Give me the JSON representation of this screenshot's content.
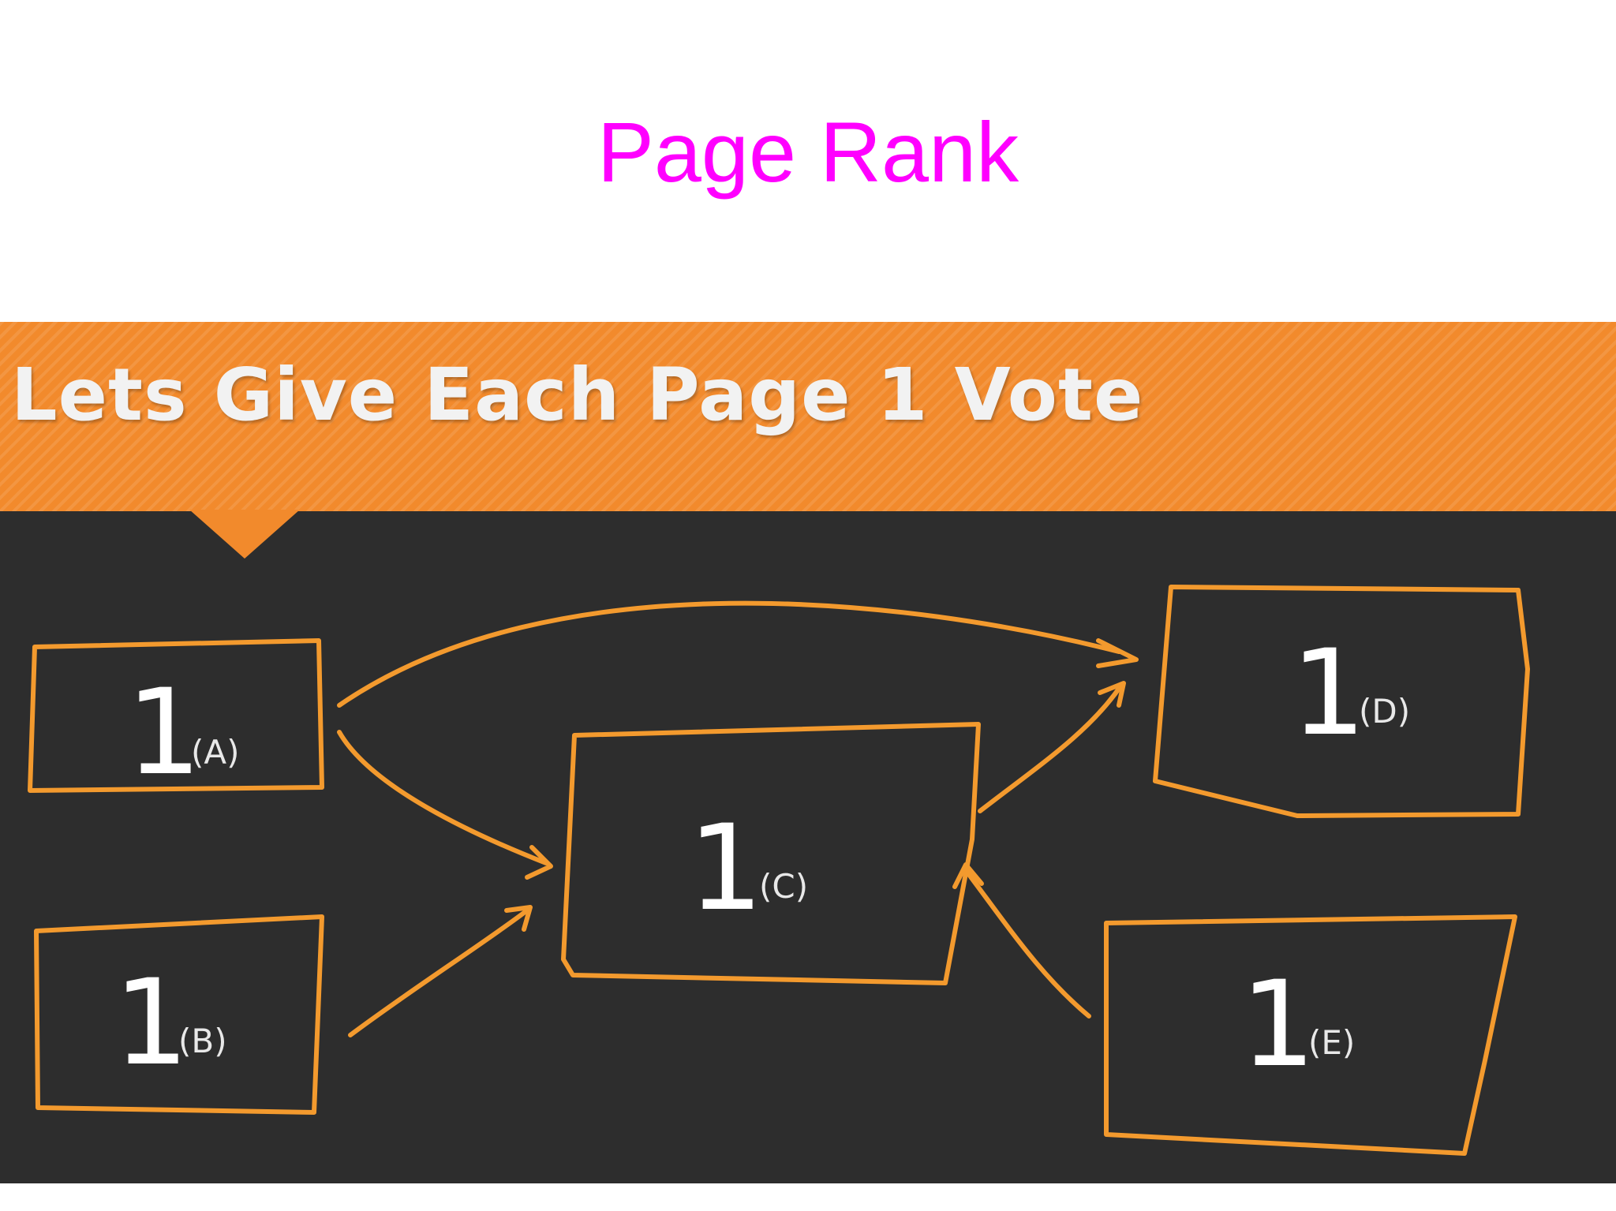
{
  "title": "Page Rank",
  "banner": {
    "heading": "Lets Give Each Page 1 Vote"
  },
  "colors": {
    "title": "#ff00ff",
    "accent": "#f28a2c",
    "stroke": "#f39a2e",
    "panel": "#2d2d2d",
    "text": "#ffffff"
  },
  "nodes": [
    {
      "id": "A",
      "value": "1",
      "label": "(A)"
    },
    {
      "id": "B",
      "value": "1",
      "label": "(B)"
    },
    {
      "id": "C",
      "value": "1",
      "label": "(C)"
    },
    {
      "id": "D",
      "value": "1",
      "label": "(D)"
    },
    {
      "id": "E",
      "value": "1",
      "label": "(E)"
    }
  ],
  "edges": [
    {
      "from": "A",
      "to": "D"
    },
    {
      "from": "A",
      "to": "C"
    },
    {
      "from": "B",
      "to": "C"
    },
    {
      "from": "C",
      "to": "D"
    },
    {
      "from": "E",
      "to": "C"
    }
  ]
}
